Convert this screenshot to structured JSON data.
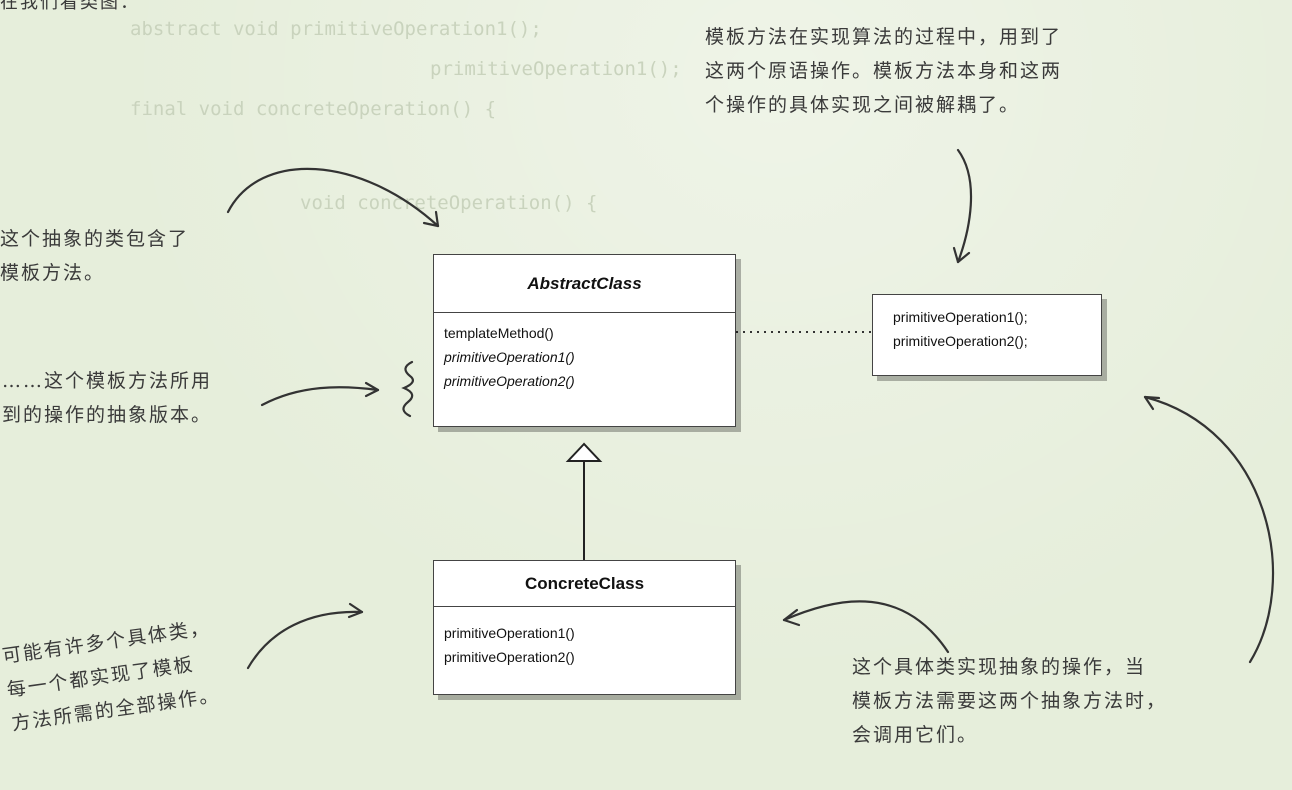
{
  "header_fragment": "在我们看类图：",
  "notes": {
    "abstract_class_note": [
      "这个抽象的类包含了",
      "模板方法。"
    ],
    "abstract_ops_note": [
      "……这个模板方法所用",
      "到的操作的抽象版本。"
    ],
    "concrete_classes_note": [
      "可能有许多个具体类，",
      "每一个都实现了模板",
      "方法所需的全部操作。"
    ],
    "template_method_note": [
      "模板方法在实现算法的过程中，用到了",
      "这两个原语操作。模板方法本身和这两",
      "个操作的具体实现之间被解耦了。"
    ],
    "concrete_impl_note": [
      "这个具体类实现抽象的操作，当",
      "模板方法需要这两个抽象方法时，",
      "会调用它们。"
    ]
  },
  "diagram": {
    "abstract_class": {
      "name": "AbstractClass",
      "operations": [
        "templateMethod()",
        "primitiveOperation1()",
        "primitiveOperation2()"
      ]
    },
    "concrete_class": {
      "name": "ConcreteClass",
      "operations": [
        "primitiveOperation1()",
        "primitiveOperation2()"
      ]
    },
    "template_box": {
      "lines": [
        "primitiveOperation1();",
        "primitiveOperation2();"
      ]
    }
  },
  "background_code": [
    "abstract void primitiveOperation1();",
    "primitiveOperation1();",
    "final void concreteOperation() {",
    "void concreteOperation() {"
  ],
  "colors": {
    "background": "#e6eedb",
    "ink": "#3a3a3a",
    "box_border": "#444444"
  }
}
